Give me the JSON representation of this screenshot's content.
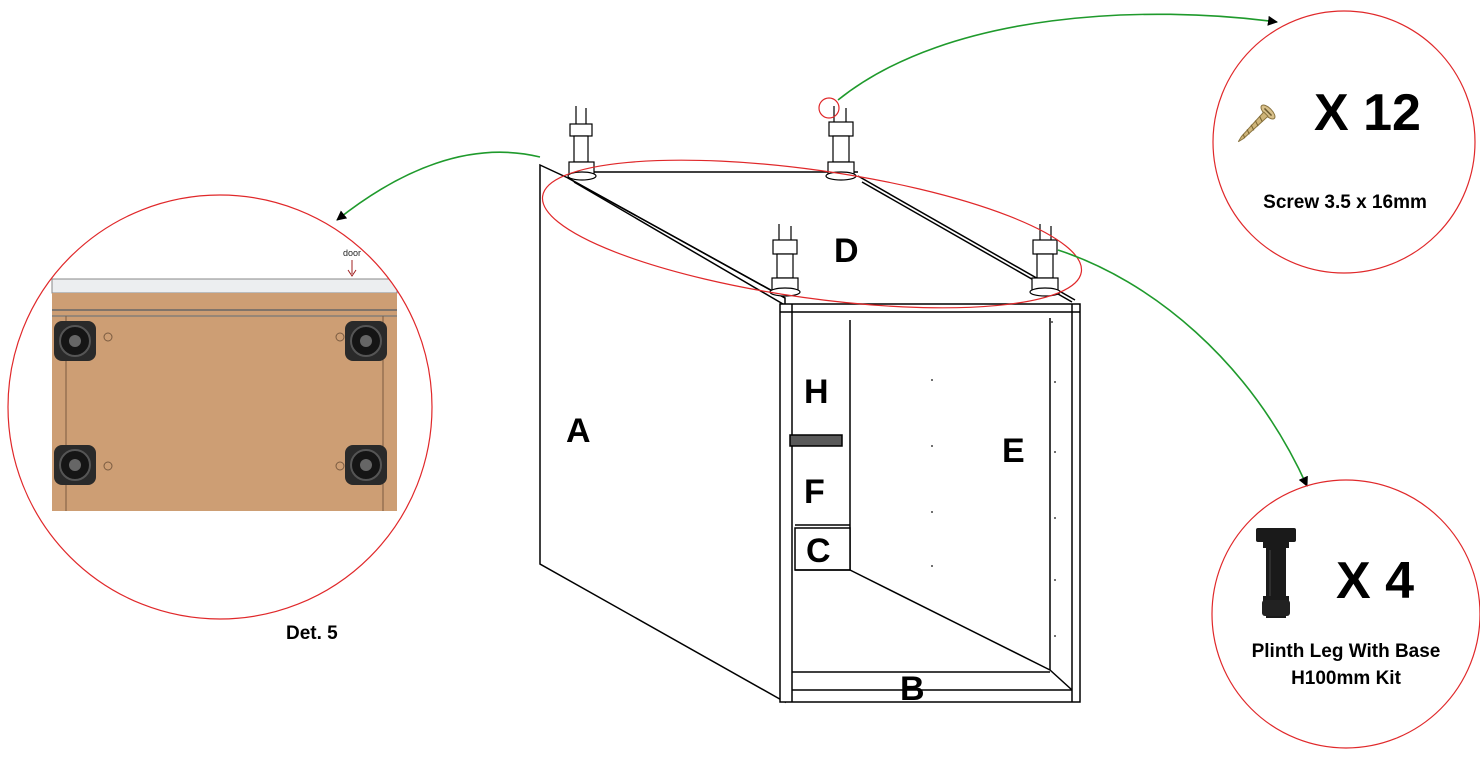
{
  "parts": {
    "a": "A",
    "b": "B",
    "c": "C",
    "d": "D",
    "e": "E",
    "f": "F",
    "h": "H"
  },
  "detail": {
    "caption": "Det. 5",
    "door_label": "door"
  },
  "screw": {
    "quantity": "X 12",
    "name": "Screw 3.5 x 16mm",
    "icon": "screw-icon"
  },
  "leg": {
    "quantity": "X 4",
    "name_line1": "Plinth Leg With Base",
    "name_line2": "H100mm Kit",
    "icon": "plinth-leg-icon"
  },
  "colors": {
    "callout_circle": "#e0282a",
    "leader_line": "#1f9a2c",
    "board": "#cd9e74",
    "outline": "#000000"
  }
}
